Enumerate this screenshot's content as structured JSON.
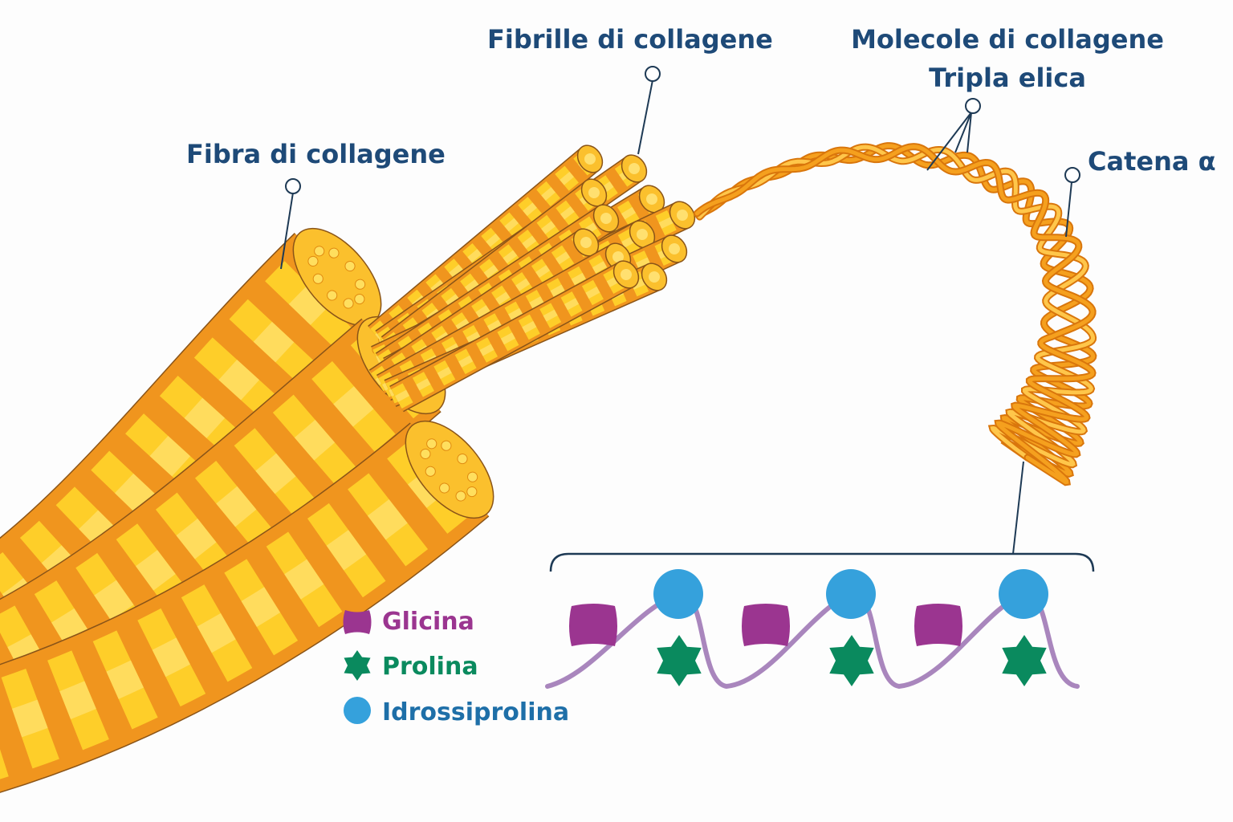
{
  "labels": {
    "fiber": "Fibra di collagene",
    "fibrils": "Fibrille di collagene",
    "molecules": "Molecole di collagene",
    "triple_helix": "Tripla elica",
    "alpha_chain": "Catena α"
  },
  "legend": [
    {
      "label": "Glicina",
      "color": "#9b3590",
      "shape": "rounded-square"
    },
    {
      "label": "Prolina",
      "color": "#0a8a5e",
      "shape": "star"
    },
    {
      "label": "Idrossiprolina",
      "color": "#35a1dc",
      "shape": "circle"
    }
  ],
  "colors": {
    "label": "#1e4a78",
    "fiber_orange": "#f0951e",
    "fiber_yellow": "#ffd42a",
    "helix": "#f5a01e",
    "backbone": "#a986bd"
  }
}
